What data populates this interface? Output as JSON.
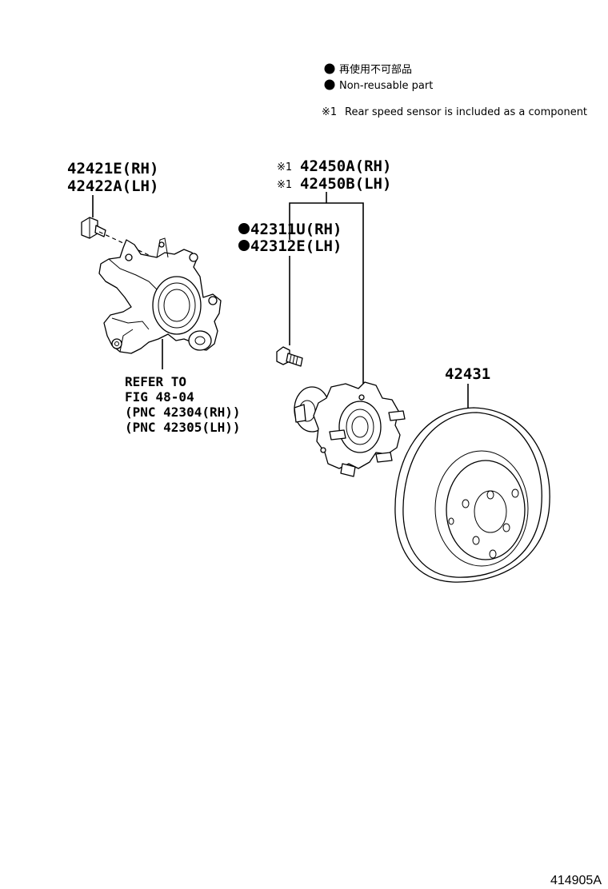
{
  "legend": {
    "line1": "再使用不可部品",
    "line2": "Non-reusable part",
    "note_mark": "※1",
    "note_text": "Rear speed sensor is included as a component",
    "bullet_color": "#000000"
  },
  "callouts": {
    "bolt_rh": "42421E(RH)",
    "bolt_lh": "42422A(LH)",
    "hub_mark": "※1",
    "hub_rh": "42450A(RH)",
    "hub_lh": "42450B(LH)",
    "stud_rh": "42311U(RH)",
    "stud_lh": "42312E(LH)",
    "disc": "42431"
  },
  "reference": {
    "line1": "REFER TO",
    "line2": "FIG 48-04",
    "line3": "(PNC 42304(RH))",
    "line4": "(PNC 42305(LH))"
  },
  "figure_id": "414905A"
}
